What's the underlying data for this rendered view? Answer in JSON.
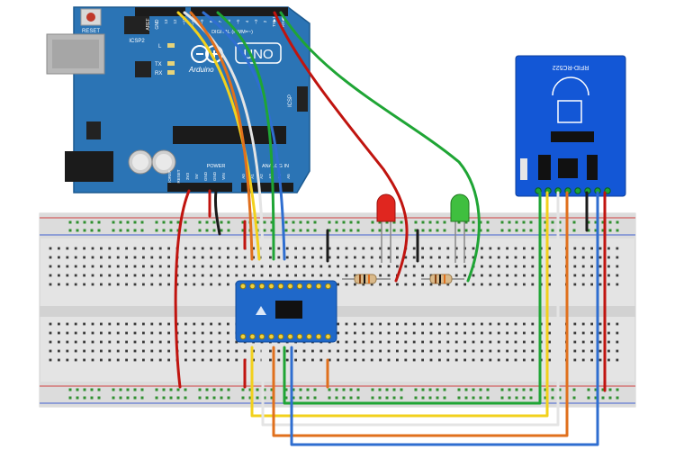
{
  "arduino": {
    "reset_label": "RESET",
    "icsp2_label": "ICSP2",
    "icsp_label": "ICSP",
    "led_l": "L",
    "led_tx": "TX",
    "led_rx": "RX",
    "brand": "Arduino",
    "model": "UNO",
    "digital_label": "DIGITAL (PWM=~)",
    "power_label": "POWER",
    "analog_label": "ANALOG IN",
    "aref": "AREF",
    "gnd": "GND",
    "top_pins": [
      "13",
      "12",
      "~11",
      "~10",
      "~9",
      "8",
      "7",
      "~6",
      "~5",
      "4",
      "~3",
      "2",
      "TX▶1",
      "RX◀0"
    ],
    "power_pins": [
      "IOREF",
      "RESET",
      "3V3",
      "5V",
      "GND",
      "GND",
      "VIN"
    ],
    "analog_pins": [
      "A0",
      "A1",
      "A2",
      "A3",
      "A4",
      "A5"
    ]
  },
  "rfid": {
    "title": "RFID-RC522"
  },
  "colors": {
    "arduino_board": "#2b74b5",
    "rfid_board": "#1357d6",
    "breakout_board": "#1f68c9",
    "wire_red": "#c0140f",
    "wire_yellow": "#f2d11c",
    "wire_white": "#eeeeee",
    "wire_orange": "#e0701d",
    "wire_blue": "#2f6ed0",
    "wire_green": "#1fa535",
    "wire_black": "#1a1a1a",
    "led_red": "#e0261f",
    "led_green": "#3fbf3f",
    "breadboard": "#e6e6e6"
  }
}
